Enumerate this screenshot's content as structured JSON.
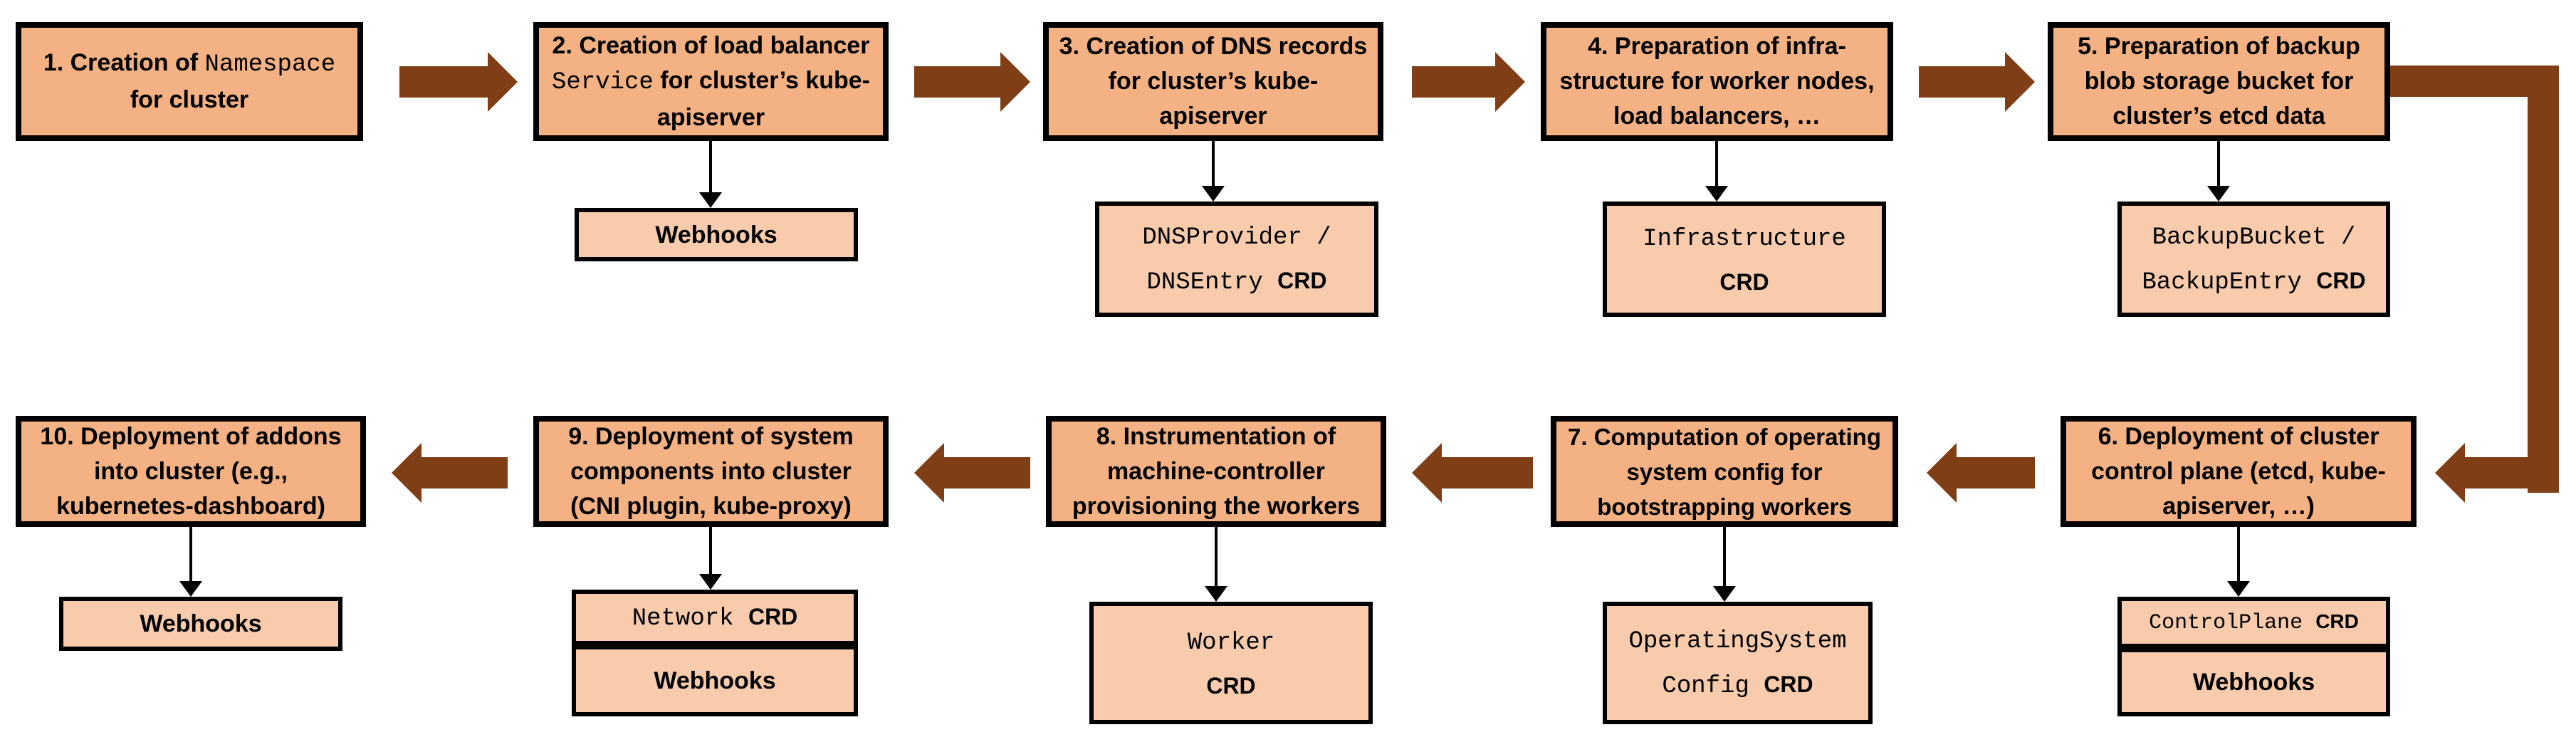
{
  "palette": {
    "step_box_fill": "#F4B183",
    "crd_box_fill": "#F8CBAD",
    "flow_arrow": "#7F3E16",
    "box_border": "#000000",
    "connector_arrow": "#000000",
    "page_background": "#FFFFFF"
  },
  "steps": [
    {
      "segments": [
        {
          "text": "1. Creation of "
        },
        {
          "text": "Namespace"
        },
        {
          "text": " for cluster"
        }
      ]
    },
    {
      "segments": [
        {
          "text": "2. Creation of load balancer "
        },
        {
          "text": "Service"
        },
        {
          "text": " for cluster’s kube-apiserver"
        }
      ]
    },
    {
      "segments": [
        {
          "text": "3. Creation of DNS records for cluster’s kube-apiserver"
        }
      ]
    },
    {
      "segments": [
        {
          "text": "4. Preparation of infra-structure for worker nodes, load balancers, …"
        }
      ]
    },
    {
      "segments": [
        {
          "text": "5. Preparation of backup blob storage bucket for cluster’s etcd data"
        }
      ]
    },
    {
      "segments": [
        {
          "text": "6. Deployment of cluster control plane (etcd, kube-apiserver, …)"
        }
      ]
    },
    {
      "segments": [
        {
          "text": "7. Computation of operating system config for bootstrapping workers"
        }
      ]
    },
    {
      "segments": [
        {
          "text": "8. Instrumentation of machine-controller provisioning the workers"
        }
      ]
    },
    {
      "segments": [
        {
          "text": "9. Deployment of system components into cluster (CNI plugin, kube-proxy)"
        }
      ]
    },
    {
      "segments": [
        {
          "text": "10. Deployment of addons into cluster (e.g., kubernetes-dashboard)"
        }
      ]
    }
  ],
  "crd_boxes": {
    "s2": {
      "line1": [
        {
          "text": "Webhooks"
        }
      ]
    },
    "s3": {
      "line1": [
        {
          "text": "DNSProvider /"
        }
      ],
      "line2": [
        {
          "text": "DNSEntry "
        },
        {
          "text": "CRD"
        }
      ]
    },
    "s4": {
      "line1": [
        {
          "text": "Infrastructure"
        }
      ],
      "line2": [
        {
          "text": "CRD"
        }
      ]
    },
    "s5": {
      "line1": [
        {
          "text": "BackupBucket /"
        }
      ],
      "line2": [
        {
          "text": "BackupEntry "
        },
        {
          "text": "CRD"
        }
      ]
    },
    "s6a": {
      "line1": [
        {
          "text": "ControlPlane "
        },
        {
          "text": "CRD"
        }
      ]
    },
    "s6b": {
      "line1": [
        {
          "text": "Webhooks"
        }
      ]
    },
    "s7": {
      "line1": [
        {
          "text": "OperatingSystem"
        }
      ],
      "line2": [
        {
          "text": "Config "
        },
        {
          "text": "CRD"
        }
      ]
    },
    "s8": {
      "line1": [
        {
          "text": "Worker"
        }
      ],
      "line2": [
        {
          "text": "CRD"
        }
      ]
    },
    "s9a": {
      "line1": [
        {
          "text": "Network "
        },
        {
          "text": "CRD"
        }
      ]
    },
    "s9b": {
      "line1": [
        {
          "text": "Webhooks"
        }
      ]
    },
    "s10": {
      "line1": [
        {
          "text": "Webhooks"
        }
      ]
    }
  }
}
